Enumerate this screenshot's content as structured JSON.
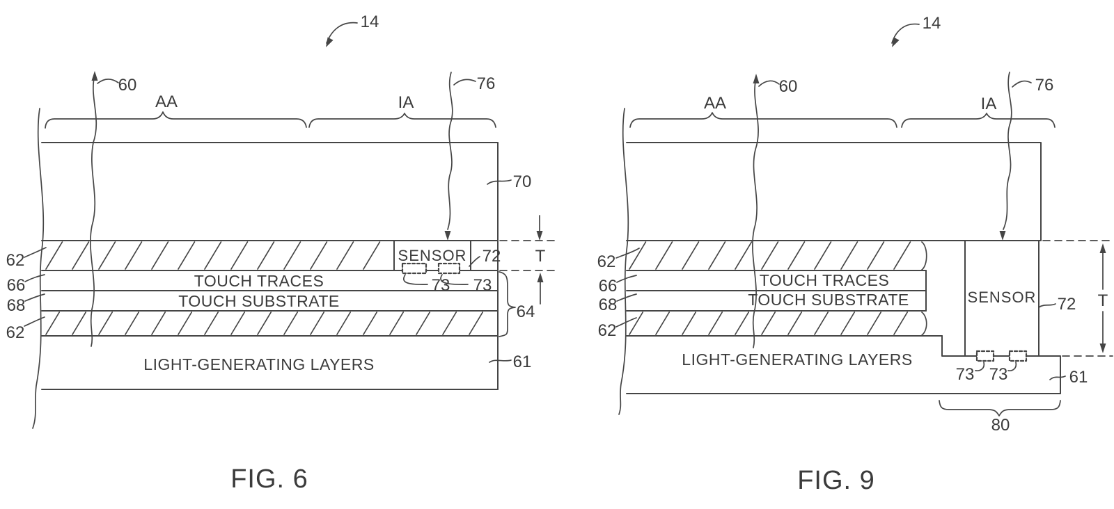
{
  "figures": [
    {
      "caption": "FIG. 6",
      "labels": {
        "ref_14": "14",
        "ref_60": "60",
        "area_aa": "AA",
        "area_ia": "IA",
        "ref_76": "76",
        "ref_70": "70",
        "sensor": "SENSOR",
        "ref_72": "72",
        "dim_t": "T",
        "ref_73_left": "73",
        "ref_73_right": "73",
        "ref_62_top": "62",
        "ref_66": "66",
        "ref_68": "68",
        "ref_62_bottom": "62",
        "ref_64": "64",
        "ref_61": "61",
        "layer_touch_traces": "TOUCH TRACES",
        "layer_touch_substrate": "TOUCH SUBSTRATE",
        "layer_light_generating": "LIGHT-GENERATING LAYERS"
      }
    },
    {
      "caption": "FIG. 9",
      "labels": {
        "ref_14": "14",
        "ref_60": "60",
        "area_aa": "AA",
        "area_ia": "IA",
        "ref_76": "76",
        "sensor": "SENSOR",
        "ref_72": "72",
        "dim_t": "T",
        "ref_73_left": "73",
        "ref_73_right": "73",
        "ref_62_top": "62",
        "ref_66": "66",
        "ref_68": "68",
        "ref_62_bottom": "62",
        "ref_80": "80",
        "ref_61": "61",
        "layer_touch_traces": "TOUCH TRACES",
        "layer_touch_substrate": "TOUCH SUBSTRATE",
        "layer_light_generating": "LIGHT-GENERATING LAYERS"
      }
    }
  ],
  "colors": {
    "line": "#454545",
    "text": "#3b3b3b",
    "background": "#ffffff"
  }
}
